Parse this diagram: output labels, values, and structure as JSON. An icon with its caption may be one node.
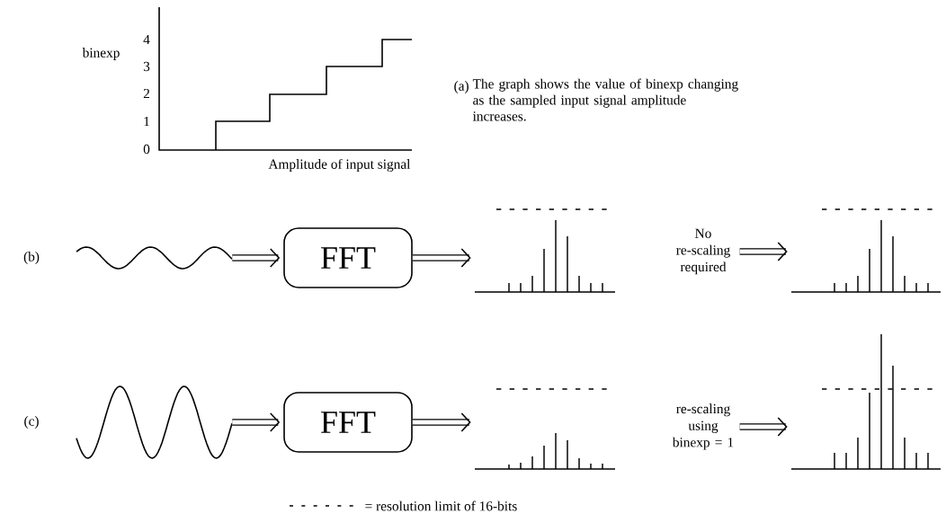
{
  "diagram": {
    "nodes": [
      {
        "text": [],
        "shape": "picture"
      },
      {
        "text": [
          "FFT"
        ]
      },
      {
        "text": [],
        "shape": "picture"
      },
      {
        "text": [
          "No re-scaling required"
        ]
      },
      {
        "text": [],
        "shape": "picture"
      },
      {
        "text": [],
        "shape": "picture"
      },
      {
        "text": [
          "FFT"
        ]
      },
      {
        "text": [],
        "shape": "picture"
      },
      {
        "text": [
          "re-scaling using binexp = 1"
        ]
      },
      {
        "text": [],
        "shape": "picture"
      }
    ],
    "edges": [
      {
        "from": 0,
        "to": 1,
        "arrow": "to"
      },
      {
        "from": 1,
        "to": 2,
        "arrow": "to"
      },
      {
        "from": 3,
        "to": 4,
        "arrow": "to"
      },
      {
        "from": 5,
        "to": 6,
        "arrow": "to"
      },
      {
        "from": 6,
        "to": 7,
        "arrow": "to"
      },
      {
        "from": 8,
        "to": 9,
        "arrow": "to"
      }
    ],
    "labels": [
      "binexp",
      "4",
      "3",
      "2",
      "1",
      "0",
      "Amplitude of input signal",
      "(a)",
      "The graph shows the value of binexp changing as the sampled input signal amplitude increases.",
      "(b)",
      "(c)"
    ],
    "legend": [
      {
        "text": "= resolution limit of 16-bits"
      }
    ]
  }
}
